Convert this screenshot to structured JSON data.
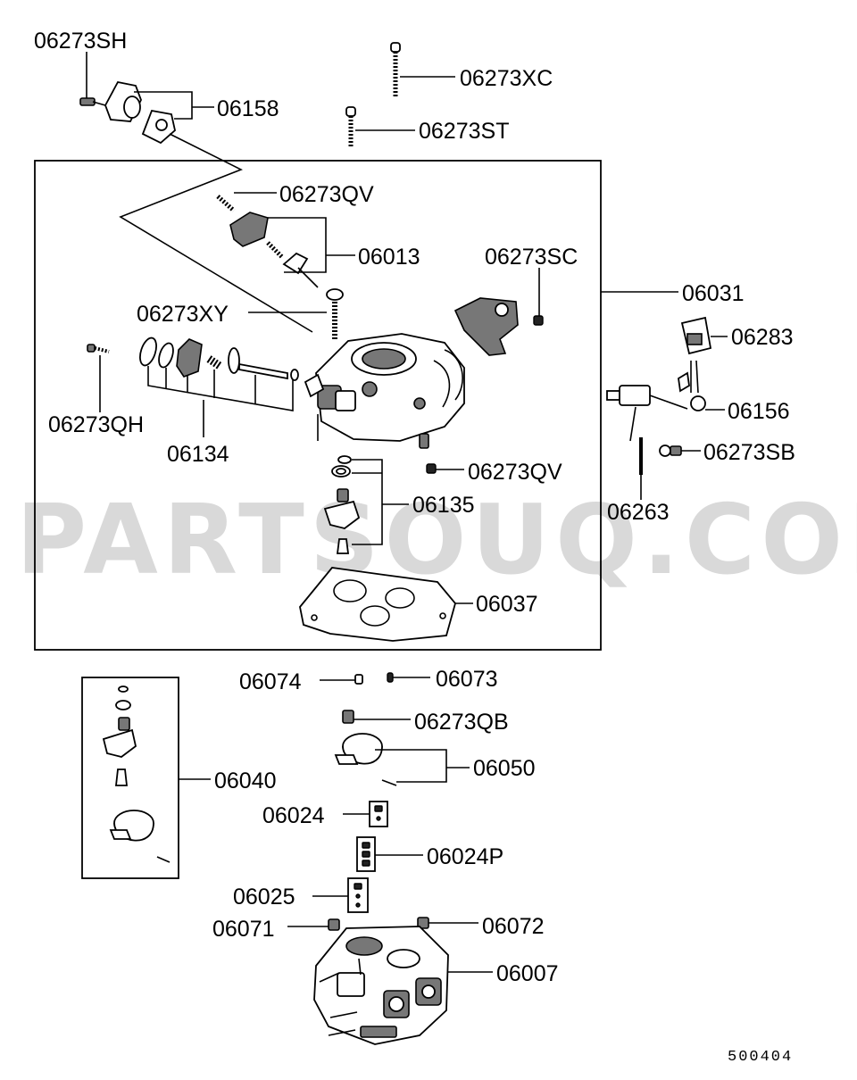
{
  "watermark": "PARTSOUQ.COM",
  "diagram_code": "500404",
  "labels": {
    "p06273SH": "06273SH",
    "p06158": "06158",
    "p06273XC": "06273XC",
    "p06273ST": "06273ST",
    "p06273QV_top": "06273QV",
    "p06013": "06013",
    "p06273SC": "06273SC",
    "p06031": "06031",
    "p06273XY": "06273XY",
    "p06283": "06283",
    "p06156": "06156",
    "p06273QH": "06273QH",
    "p06134": "06134",
    "p06273QV_mid": "06273QV",
    "p06273SB": "06273SB",
    "p06135": "06135",
    "p06263": "06263",
    "p06037": "06037",
    "p06074": "06074",
    "p06073": "06073",
    "p06273QB": "06273QB",
    "p06050": "06050",
    "p06040": "06040",
    "p06024": "06024",
    "p06024P": "06024P",
    "p06025": "06025",
    "p06071": "06071",
    "p06072": "06072",
    "p06007": "06007"
  }
}
